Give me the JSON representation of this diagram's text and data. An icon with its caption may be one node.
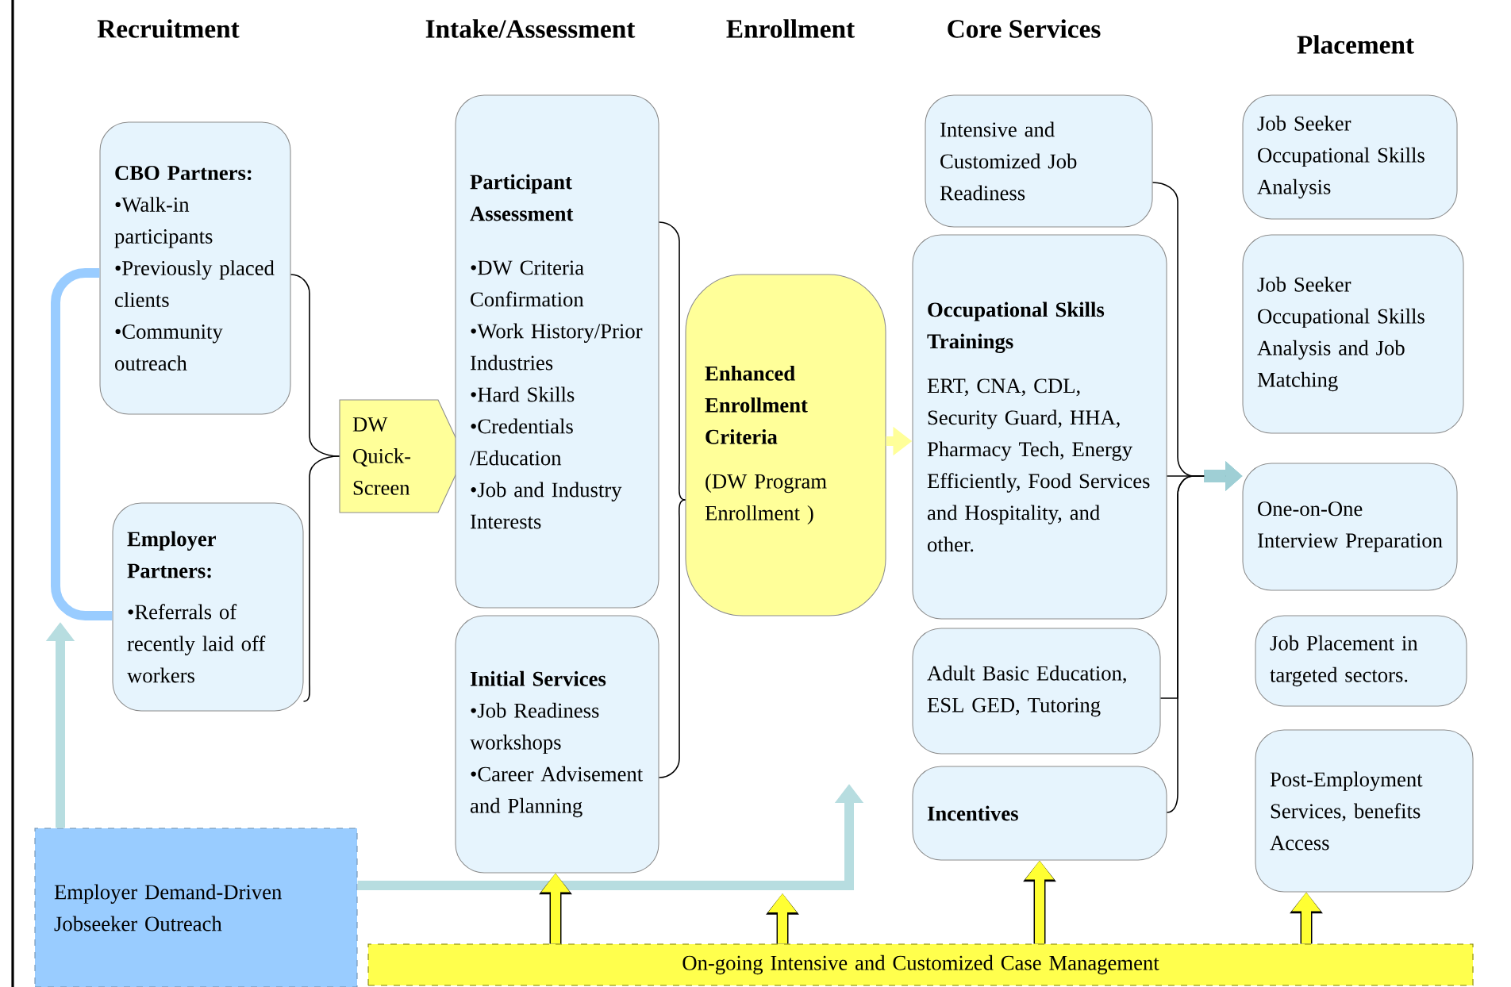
{
  "diagram": {
    "nodes": [
      {
        "text": [
          "CBO Partners:",
          "•Walk-in participants",
          "•Previously placed clients",
          "•Community outreach"
        ]
      },
      {
        "text": [
          "Employer Partners:",
          "•Referrals of recently laid off workers"
        ]
      },
      {
        "text": [
          "DW Quick-Screen"
        ]
      },
      {
        "text": [
          "Participant Assessment",
          "•DW Criteria Confirmation",
          "•Work History/Prior Industries",
          "•Hard Skills",
          "•Credentials /Education",
          "•Job and Industry Interests"
        ]
      },
      {
        "text": [
          "Initial Services",
          "•Job Readiness workshops",
          "•Career Advisement and Planning"
        ]
      },
      {
        "text": [
          "Enhanced Enrollment Criteria",
          "(DW Program Enrollment )"
        ]
      },
      {
        "text": [
          "Intensive and Customized Job Readiness"
        ]
      },
      {
        "text": [
          "Occupational Skills Trainings",
          "ERT, CNA, CDL, Security Guard, HHA, Pharmacy Tech, Energy Efficiently, Food Services and Hospitality, and other."
        ]
      },
      {
        "text": [
          "Adult Basic Education, ESL GED, Tutoring"
        ]
      },
      {
        "text": [
          "Incentives"
        ]
      },
      {
        "text": [
          "Job Seeker Occupational Skills Analysis"
        ]
      },
      {
        "text": [
          "Job Seeker Occupational Skills Analysis and Job Matching"
        ]
      },
      {
        "text": [
          "One-on-One Interview Preparation"
        ]
      },
      {
        "text": [
          "Job Placement in targeted sectors."
        ]
      },
      {
        "text": [
          "Post-Employment Services, benefits Access"
        ]
      },
      {
        "text": [
          "Employer Demand-Driven Jobseeker Outreach"
        ]
      },
      {
        "text": [
          "On-going Intensive and Customized Case Management"
        ]
      }
    ],
    "edges": [
      {
        "from": 0,
        "to": 2,
        "arrow": "none"
      },
      {
        "from": 1,
        "to": 2,
        "arrow": "none"
      },
      {
        "from": 0,
        "to": 1,
        "arrow": "none",
        "style": "thick",
        "color": "#99ccff"
      },
      {
        "from": 3,
        "to": 5,
        "arrow": "none"
      },
      {
        "from": 4,
        "to": 5,
        "arrow": "none"
      },
      {
        "from": 5,
        "to": 7,
        "arrow": "to",
        "style": "thick",
        "color": "#ffff99"
      },
      {
        "from": 6,
        "to": 12,
        "arrow": "to"
      },
      {
        "from": 7,
        "to": 12,
        "arrow": "to"
      },
      {
        "from": 8,
        "to": 12,
        "arrow": "to"
      },
      {
        "from": 9,
        "to": 12,
        "arrow": "to"
      },
      {
        "from": 15,
        "to": null,
        "arrow": "to",
        "style": "thick",
        "color": "#b7dde0"
      },
      {
        "from": 15,
        "to": null,
        "arrow": "to",
        "style": "thick",
        "color": "#b7dde0"
      },
      {
        "from": 16,
        "to": 4,
        "arrow": "to",
        "style": "thick",
        "color": "#ffff33"
      },
      {
        "from": 16,
        "to": null,
        "arrow": "to",
        "style": "thick",
        "color": "#ffff33"
      },
      {
        "from": 16,
        "to": 9,
        "arrow": "to",
        "style": "thick",
        "color": "#ffff33"
      },
      {
        "from": 16,
        "to": 14,
        "arrow": "to",
        "style": "thick",
        "color": "#ffff33"
      }
    ],
    "labels": [
      "Recruitment",
      "Intake/Assessment",
      "Enrollment",
      "Core Services",
      "Placement"
    ]
  }
}
